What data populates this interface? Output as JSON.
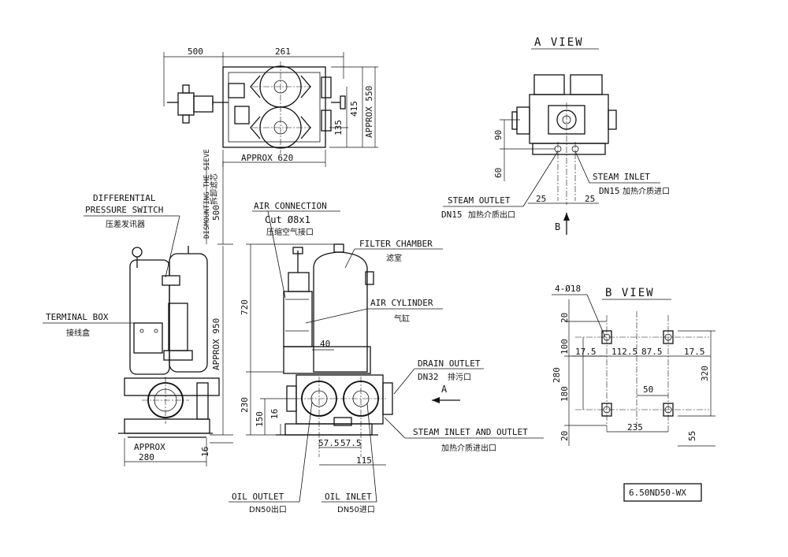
{
  "views": {
    "a_view": "A VIEW",
    "b_view": "B VIEW",
    "arrow_a": "A",
    "arrow_b": "B"
  },
  "labels": {
    "differential_pressure_switch": "DIFFERENTIAL",
    "differential_pressure_switch_2": "PRESSURE SWITCH",
    "differential_pressure_switch_cn": "压差发讯器",
    "terminal_box": "TERMINAL BOX",
    "terminal_box_cn": "接线盒",
    "dismounting_the_sieve": "DISMOUNTING THE SIEVE",
    "dismounting_the_sieve_cn": "拆卸滤芯",
    "air_connection": "AIR CONNECTION",
    "air_connection_spec": "Cut Ø8x1",
    "air_connection_cn": "压缩空气接口",
    "filter_chamber": "FILTER CHAMBER",
    "filter_chamber_cn": "滤室",
    "air_cylinder": "AIR CYLINDER",
    "air_cylinder_cn": "气缸",
    "drain_outlet": "DRAIN OUTLET",
    "drain_outlet_spec": "DN32",
    "drain_outlet_cn": "排污口",
    "steam_inlet_and_outlet": "STEAM INLET AND OUTLET",
    "steam_inlet_and_outlet_cn": "加热介质进出口",
    "oil_outlet": "OIL OUTLET",
    "oil_outlet_spec": "DN50出口",
    "oil_inlet": "OIL INLET",
    "oil_inlet_spec": "DN50进口",
    "steam_outlet": "STEAM OUTLET",
    "steam_outlet_spec": "DN15",
    "steam_outlet_cn": "加热介质出口",
    "steam_inlet": "STEAM INLET",
    "steam_inlet_spec": "DN15",
    "steam_inlet_cn": "加热介质进口",
    "holes": "4-Ø18",
    "model": "6.50ND50-WX"
  },
  "dims": {
    "top_500": "500",
    "top_261": "261",
    "top_415": "415",
    "top_135": "135",
    "top_approx550": "APPROX 550",
    "top_approx620": "APPROX 620",
    "side_500": "500",
    "side_approx950": "APPROX 950",
    "side_approx280": "APPROX",
    "side_280": "280",
    "side_16": "16",
    "front_720": "720",
    "front_40": "40",
    "front_230": "230",
    "front_150": "150",
    "front_16": "16",
    "front_57_5a": "57.5",
    "front_57_5b": "57.5",
    "front_115": "115",
    "a_90": "90",
    "a_60": "60",
    "a_25a": "25",
    "a_25b": "25",
    "b_20top": "20",
    "b_100": "100",
    "b_280": "280",
    "b_180": "180",
    "b_20bot": "20",
    "b_17_5a": "17.5",
    "b_112_5": "112.5",
    "b_87_5": "87.5",
    "b_17_5b": "17.5",
    "b_320": "320",
    "b_50": "50",
    "b_235": "235",
    "b_55": "55"
  }
}
